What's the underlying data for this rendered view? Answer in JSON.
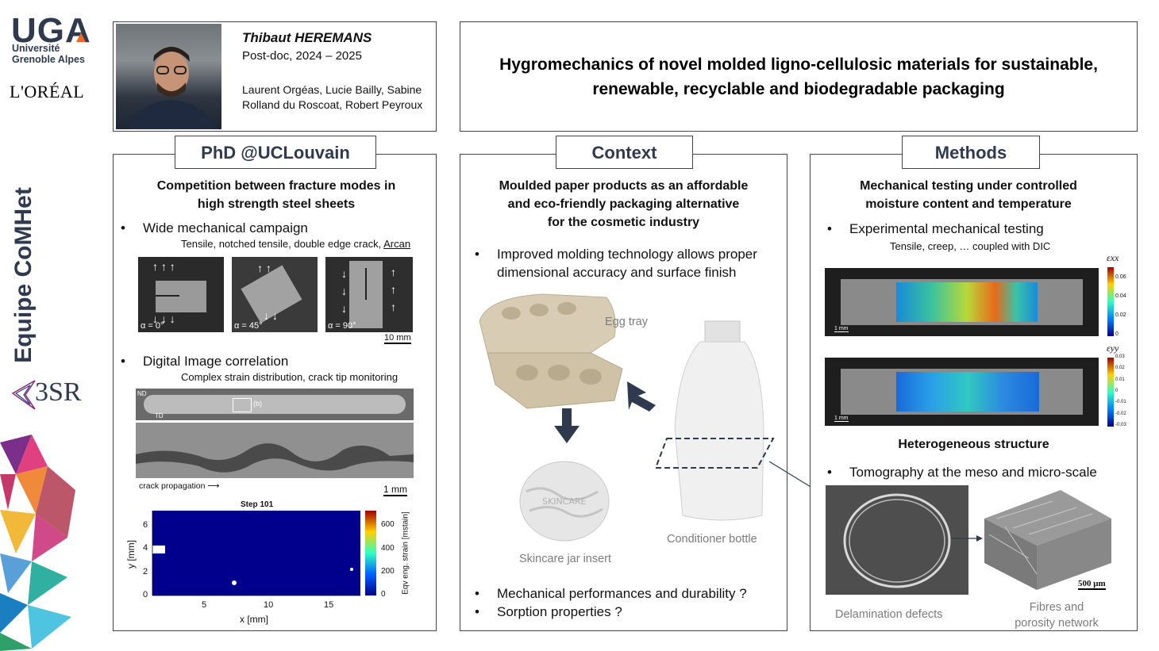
{
  "sidebar": {
    "uga_logo": "UGA",
    "uga_line1": "Université",
    "uga_line2": "Grenoble Alpes",
    "loreal": "L'ORÉAL",
    "team": "Equipe CoMHet",
    "logo_3sr": "3SR"
  },
  "profile": {
    "name": "Thibaut HEREMANS",
    "position": "Post-doc, 2024 – 2025",
    "supervisors_line1": "Laurent Orgéas, Lucie Bailly, Sabine",
    "supervisors_line2": "Rolland du Roscoat, Robert Peyroux"
  },
  "header": {
    "title_line1": "Hygromechanics of novel molded ligno-cellulosic materials for sustainable,",
    "title_line2": "renewable, recyclable and biodegradable packaging"
  },
  "phd": {
    "tab": "PhD @UCLouvain",
    "heading_line1": "Competition between fracture modes in",
    "heading_line2": "high strength steel sheets",
    "bullet1": "Wide mechanical campaign",
    "bullet1_sub": "Tensile, notched tensile, double edge crack,",
    "bullet1_sub_link": "Arcan",
    "angle1": "α = 0°",
    "angle2": "α = 45°",
    "angle3": "α = 90°",
    "scale1": "10 mm",
    "bullet2": "Digital Image correlation",
    "bullet2_sub": "Complex strain distribution, crack tip monitoring",
    "nd": "ND",
    "td": "TD",
    "b_label": "(b)",
    "crack_label": "crack propagation",
    "scale2": "1 mm",
    "strain_plot": {
      "title": "Step 101",
      "xlabel": "x [mm]",
      "ylabel": "y [mm]",
      "cbar_label": "Eqv eng. strain [mstain]",
      "xticks": [
        "5",
        "10",
        "15"
      ],
      "yticks": [
        "6",
        "4",
        "2",
        "0"
      ],
      "cticks": [
        "600",
        "400",
        "200",
        "0"
      ]
    }
  },
  "context": {
    "tab": "Context",
    "heading_line1": "Moulded paper products as an affordable",
    "heading_line2": "and eco-friendly packaging alternative",
    "heading_line3": "for the cosmetic industry",
    "bullet1_line1": "Improved molding technology allows proper",
    "bullet1_line2": "dimensional accuracy and surface finish",
    "egg_tray": "Egg tray",
    "conditioner": "Conditioner bottle",
    "skincare": "Skincare jar insert",
    "jar_text": "SKINCARE",
    "bullet2": "Mechanical performances and durability ?",
    "bullet3": "Sorption properties ?"
  },
  "methods": {
    "tab": "Methods",
    "heading_line1": "Mechanical testing under controlled",
    "heading_line2": "moisture content and temperature",
    "bullet1": "Experimental mechanical testing",
    "bullet1_sub": "Tensile, creep, … coupled with DIC",
    "exx_label": "εxx",
    "eyy_label": "εyy",
    "exx_ticks": [
      "0.06",
      "0.04",
      "0.02",
      "0"
    ],
    "eyy_ticks": [
      "0.03",
      "0.02",
      "0.01",
      "0",
      "-0.01",
      "-0.02",
      "-0.03"
    ],
    "scale_mm": "1 mm",
    "heading2": "Heterogeneous structure",
    "bullet2": "Tomography at the meso and micro-scale",
    "delamination": "Delamination defects",
    "fibres_line1": "Fibres and",
    "fibres_line2": "porosity network",
    "scale_um": "500 μm"
  },
  "colors": {
    "navy": "#2f3a4f",
    "orange": "#e8692a",
    "border": "#444444"
  }
}
